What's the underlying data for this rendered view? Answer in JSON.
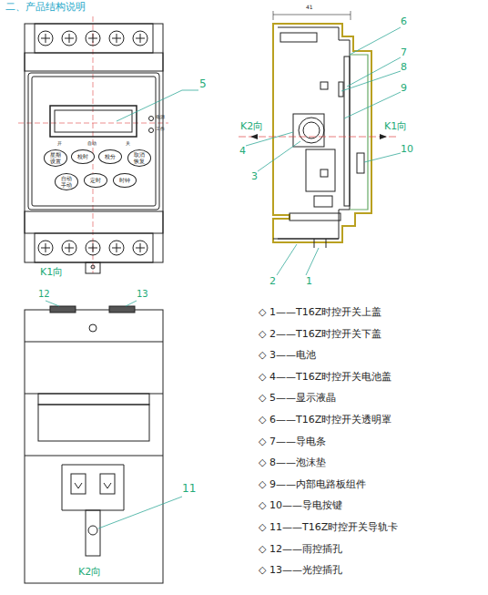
{
  "diagram": {
    "title": "二、产品结构说明",
    "nodes": [
      {
        "text": [
          "星期设置"
        ]
      },
      {
        "text": [
          "校时"
        ]
      },
      {
        "text": [
          "校分"
        ]
      },
      {
        "text": [
          "取消恢复"
        ]
      },
      {
        "text": [
          "自动手动"
        ]
      },
      {
        "text": [
          "定时"
        ]
      },
      {
        "text": [
          "时钟"
        ]
      }
    ],
    "labels": [
      "电源",
      "工作",
      "开",
      "自动",
      "关",
      "5",
      "K1向",
      "41",
      "6",
      "7",
      "8",
      "9",
      "K2向",
      "K1向",
      "4",
      "3",
      "10",
      "2",
      "1",
      "12",
      "13",
      "11",
      "K2向",
      "◇ 1——T16Z时控开关上盖",
      "◇ 2——T16Z时控开关下盖",
      "◇ 3——电池",
      "◇ 4——T16Z时控开关电池盖",
      "◇ 5——显示液晶",
      "◇ 6——T16Z时控开关透明罩",
      "◇ 7——导电条",
      "◇ 8——泡沫垫",
      "◇ 9——内部电路板组件",
      "◇ 10——导电按键",
      "◇ 11——T16Z时控开关导轨卡",
      "◇ 12——雨控插孔",
      "◇ 13——光控插孔"
    ]
  }
}
